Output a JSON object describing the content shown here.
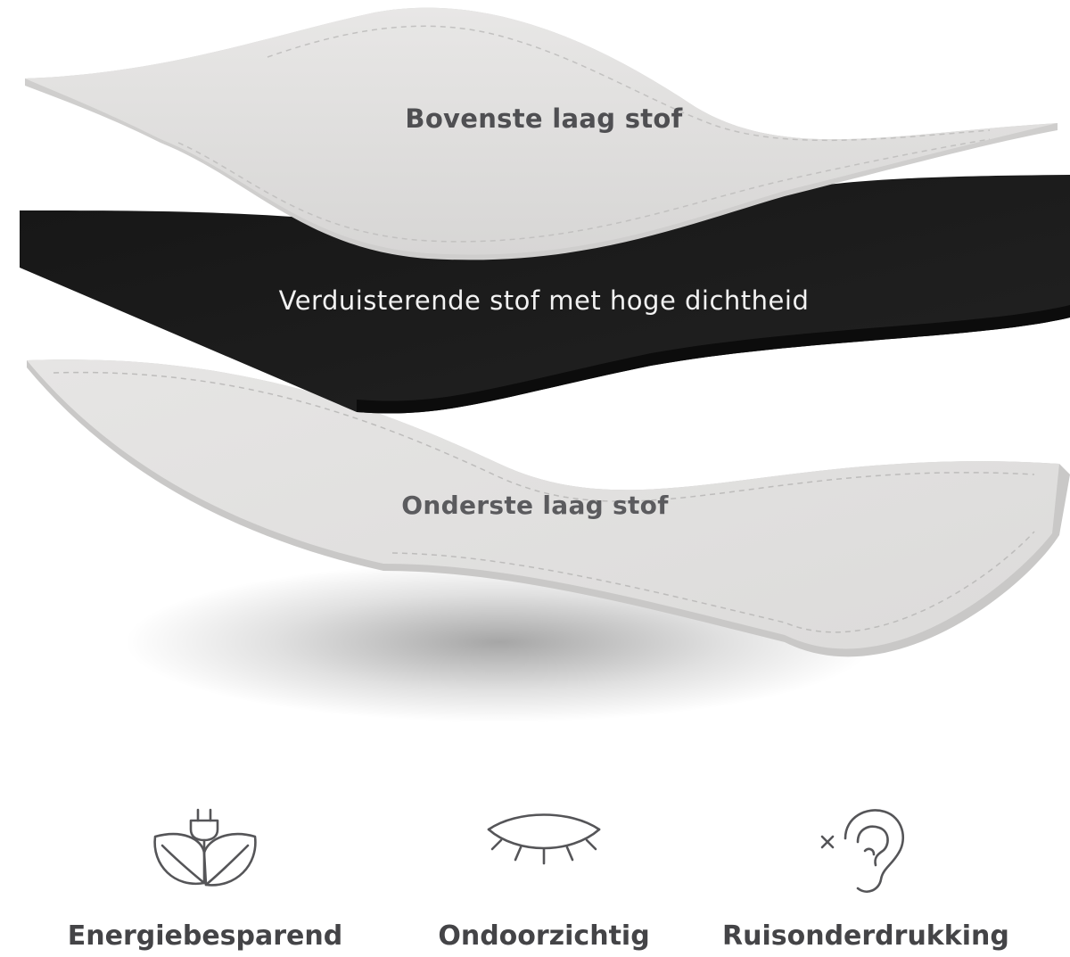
{
  "layers": {
    "top_label": "Bovenste laag stof",
    "middle_label": "Verduisterende stof met hoge dichtheid",
    "bottom_label": "Onderste laag stof"
  },
  "features": [
    {
      "icon": "plug-leaves-icon",
      "label": "Energiebesparend"
    },
    {
      "icon": "closed-eye-icon",
      "label": "Ondoorzichtig"
    },
    {
      "icon": "ear-muted-icon",
      "label": "Ruisonderdrukking"
    }
  ],
  "colors": {
    "light_fabric": "#e3e2e1",
    "dark_fabric": "#1c1c1c",
    "icon_stroke": "#555558",
    "label_text": "#444447"
  }
}
